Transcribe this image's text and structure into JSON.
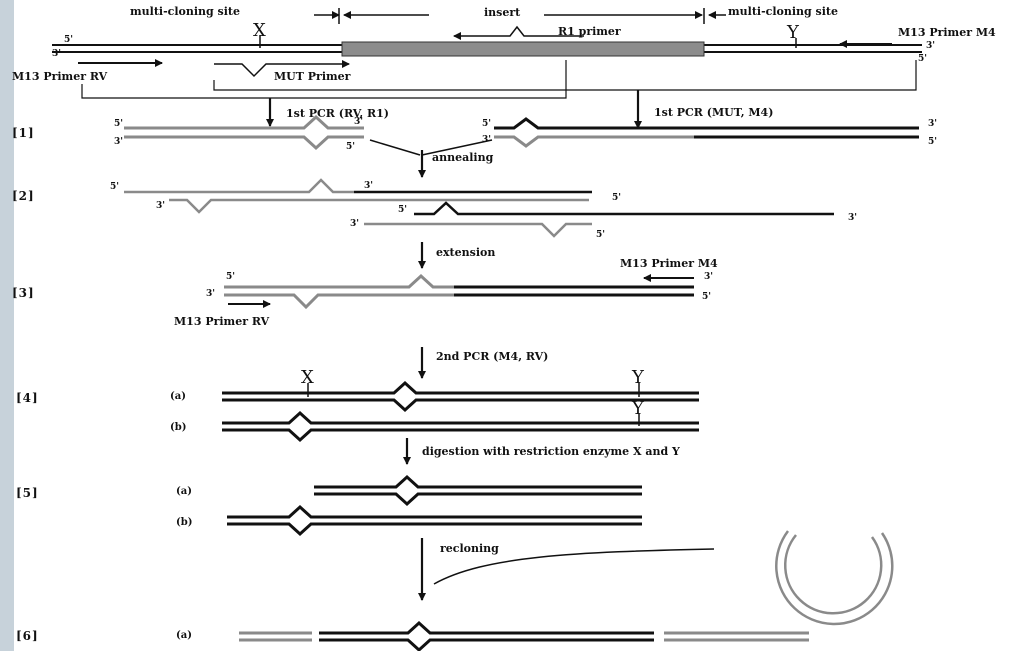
{
  "header": {
    "mcs_left": "multi-cloning site",
    "insert": "insert",
    "mcs_right": "multi-cloning site",
    "site_x": "X",
    "site_y": "Y",
    "r1_primer": "R1 primer",
    "m13_m4": "M13 Primer M4",
    "m13_rv": "M13 Primer RV",
    "mut_primer": "MUT Primer"
  },
  "ends": {
    "five": "5'",
    "three": "3'"
  },
  "steps": [
    "[1]",
    "[2]",
    "[3]",
    "[4]",
    "[5]",
    "[6]"
  ],
  "sub": {
    "a": "(a)",
    "b": "(b)"
  },
  "process": {
    "pcr1_left": "1st PCR (RV, R1)",
    "pcr1_right": "1st PCR (MUT, M4)",
    "annealing": "annealing",
    "extension": "extension",
    "pcr2": "2nd PCR (M4, RV)",
    "digestion": "digestion with restriction enzyme X and Y",
    "recloning": "recloning"
  },
  "colors": {
    "dark_strand": "#111111",
    "gray_strand": "#8a8a8a",
    "insert_fill": "#8c8c8c",
    "background": "#c7d2da"
  }
}
